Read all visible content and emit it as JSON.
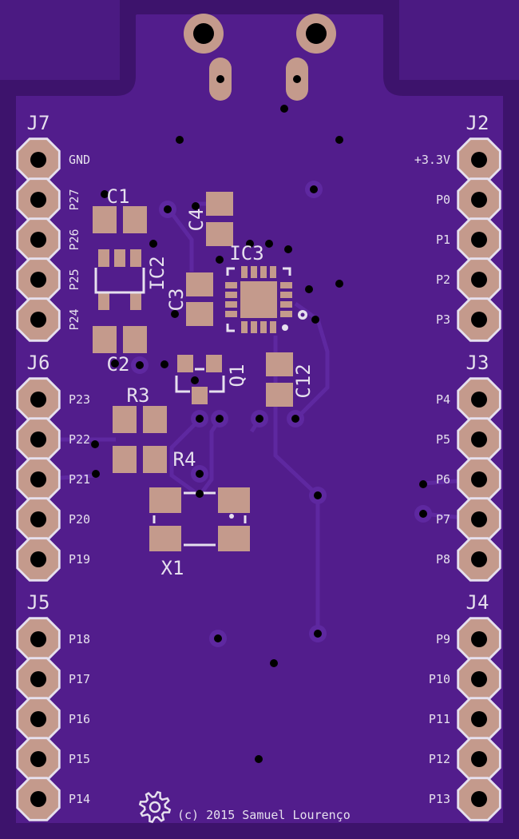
{
  "header_labels": {
    "left": [
      {
        "name": "J7",
        "pins": [
          "GND",
          "P27",
          "P26",
          "P25",
          "P24"
        ]
      },
      {
        "name": "J6",
        "pins": [
          "P23",
          "P22",
          "P21",
          "P20",
          "P19"
        ]
      },
      {
        "name": "J5",
        "pins": [
          "P18",
          "P17",
          "P16",
          "P15",
          "P14"
        ]
      }
    ],
    "right": [
      {
        "name": "J2",
        "pins": [
          "+3.3V",
          "P0",
          "P1",
          "P2",
          "P3"
        ]
      },
      {
        "name": "J3",
        "pins": [
          "P4",
          "P5",
          "P6",
          "P7",
          "P8"
        ]
      },
      {
        "name": "J4",
        "pins": [
          "P9",
          "P10",
          "P11",
          "P12",
          "P13"
        ]
      }
    ]
  },
  "components": {
    "c1": "C1",
    "c2": "C2",
    "c3": "C3",
    "c4": "C4",
    "c12": "C12",
    "ic2": "IC2",
    "ic3": "IC3",
    "q1": "Q1",
    "r3": "R3",
    "r4": "R4",
    "x1": "X1"
  },
  "copyright": "(c) 2015 Samuel Lourenço",
  "logo_icon": "gear-icon",
  "colors": {
    "board": "#4b1a82",
    "board_edge": "#3d136c",
    "copper_pour": "#521d8c",
    "trace": "#5e28a0",
    "pad": "#c49a8c",
    "silkscreen": "#e6e0ee",
    "drill": "#000000"
  }
}
